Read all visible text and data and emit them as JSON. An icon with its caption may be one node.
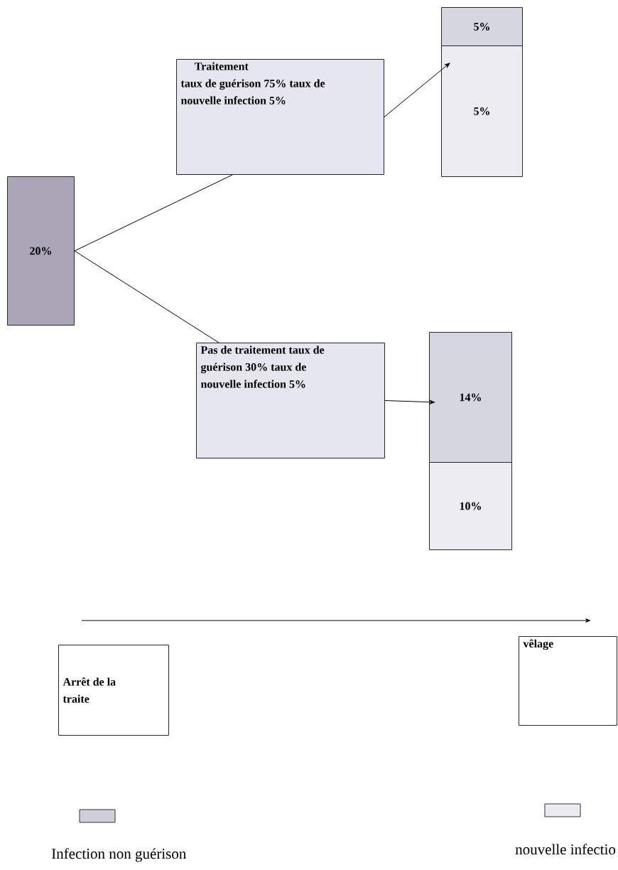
{
  "diagram": {
    "nodes": [
      {
        "text": [
          "20%"
        ]
      },
      {
        "text": [
          "Traitement",
          "taux de guérison 75% taux de nouvelle infection 5%"
        ]
      },
      {
        "text": [
          "5%"
        ]
      },
      {
        "text": [
          "5%"
        ]
      },
      {
        "text": [
          "Pas de traitement taux de guérison 30% taux de nouvelle infection 5%"
        ]
      },
      {
        "text": [
          "14%"
        ]
      },
      {
        "text": [
          "10%"
        ]
      },
      {
        "text": [
          "Arrêt de la traite"
        ]
      },
      {
        "text": [
          "vêlage"
        ]
      }
    ],
    "edges": [
      {
        "from": 0,
        "to": 1,
        "arrow": "none"
      },
      {
        "from": 0,
        "to": 4,
        "arrow": "none"
      },
      {
        "from": 1,
        "to": 3,
        "arrow": "to"
      },
      {
        "from": 4,
        "to": 5,
        "arrow": "to"
      }
    ],
    "legend": [
      {
        "text": "Infection non guérison",
        "color": "#cfcfdc"
      },
      {
        "text": "nouvelle infectio",
        "color": "#ebebf0"
      }
    ]
  }
}
